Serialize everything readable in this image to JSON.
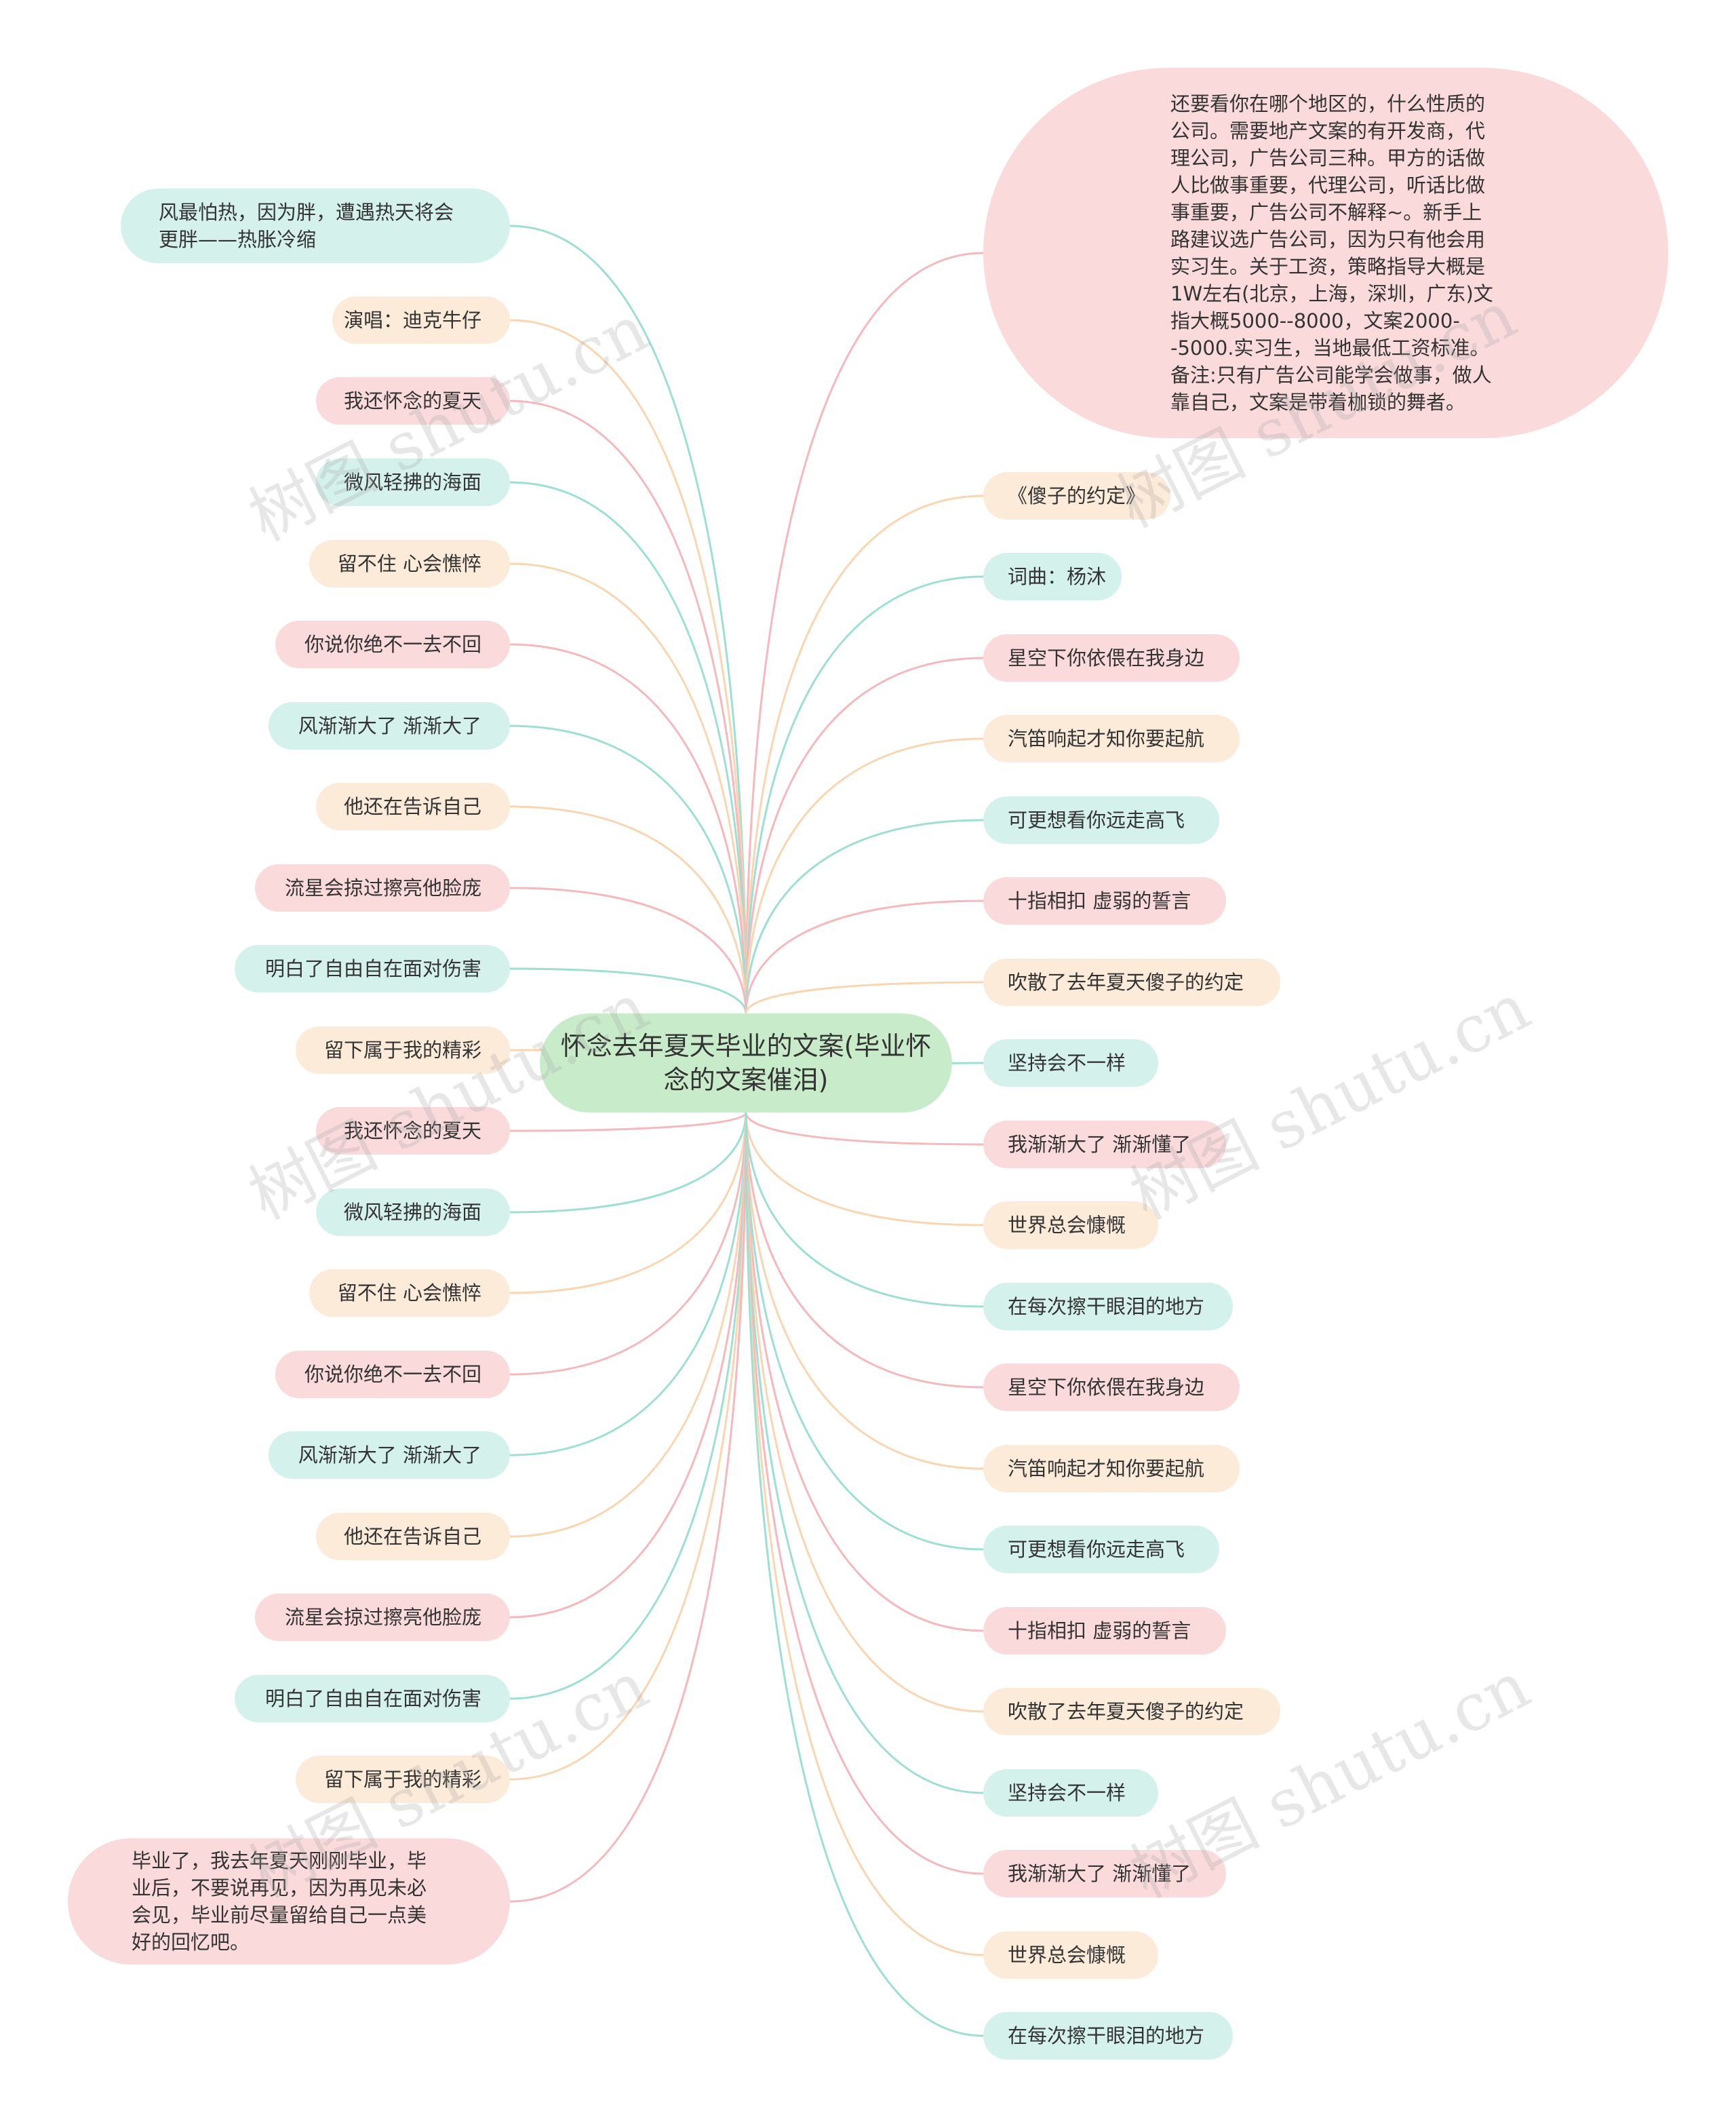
{
  "center": {
    "label": "怀念去年夏天毕业的文案(毕业怀念的文案催泪)"
  },
  "colors": {
    "pink": "#fadadb",
    "mint": "#d4f1ec",
    "peach": "#fdebd9",
    "center": "#c8ecc9",
    "link_pink": "#f4b8bd",
    "link_mint": "#9edfd3",
    "link_peach": "#f9d6b1"
  },
  "left_nodes": [
    {
      "text": "风最怕热，因为胖，遭遇热天将会更胖——热胀冷缩",
      "color": "mint"
    },
    {
      "text": "演唱：迪克牛仔",
      "color": "peach"
    },
    {
      "text": "我还怀念的夏天",
      "color": "pink"
    },
    {
      "text": "微风轻拂的海面",
      "color": "mint"
    },
    {
      "text": "留不住  心会憔悴",
      "color": "peach"
    },
    {
      "text": "你说你绝不一去不回",
      "color": "pink"
    },
    {
      "text": "风渐渐大了  渐渐大了",
      "color": "mint"
    },
    {
      "text": "他还在告诉自己",
      "color": "peach"
    },
    {
      "text": "流星会掠过擦亮他脸庞",
      "color": "pink"
    },
    {
      "text": "明白了自由自在面对伤害",
      "color": "mint"
    },
    {
      "text": "留下属于我的精彩",
      "color": "peach"
    },
    {
      "text": "我还怀念的夏天",
      "color": "pink"
    },
    {
      "text": "微风轻拂的海面",
      "color": "mint"
    },
    {
      "text": "留不住  心会憔悴",
      "color": "peach"
    },
    {
      "text": "你说你绝不一去不回",
      "color": "pink"
    },
    {
      "text": "风渐渐大了  渐渐大了",
      "color": "mint"
    },
    {
      "text": "他还在告诉自己",
      "color": "peach"
    },
    {
      "text": "流星会掠过擦亮他脸庞",
      "color": "pink"
    },
    {
      "text": "明白了自由自在面对伤害",
      "color": "mint"
    },
    {
      "text": "留下属于我的精彩",
      "color": "peach"
    },
    {
      "text": "毕业了，我去年夏天刚刚毕业，毕业后，不要说再见，因为再见未必会见，毕业前尽量留给自己一点美好的回忆吧。",
      "color": "pink"
    }
  ],
  "right_nodes": [
    {
      "text": "还要看你在哪个地区的，什么性质的公司。需要地产文案的有开发商，代理公司，广告公司三种。甲方的话做人比做事重要，代理公司，听话比做事重要，广告公司不解释~。新手上路建议选广告公司，因为只有他会用实习生。关于工资，策略指导大概是1W左右(北京，上海，深圳，广东)文指大概5000--8000，文案2000--5000.实习生，当地最低工资标准。备注:只有广告公司能学会做事，做人靠自己，文案是带着枷锁的舞者。",
      "color": "pink"
    },
    {
      "text": "《傻子的约定》",
      "color": "peach"
    },
    {
      "text": "词曲：杨沐",
      "color": "mint"
    },
    {
      "text": "星空下你依偎在我身边",
      "color": "pink"
    },
    {
      "text": "汽笛响起才知你要起航",
      "color": "peach"
    },
    {
      "text": "可更想看你远走高飞",
      "color": "mint"
    },
    {
      "text": "十指相扣  虚弱的誓言",
      "color": "pink"
    },
    {
      "text": "吹散了去年夏天傻子的约定",
      "color": "peach"
    },
    {
      "text": "坚持会不一样",
      "color": "mint"
    },
    {
      "text": "我渐渐大了  渐渐懂了",
      "color": "pink"
    },
    {
      "text": "世界总会慷慨",
      "color": "peach"
    },
    {
      "text": "在每次擦干眼泪的地方",
      "color": "mint"
    },
    {
      "text": "星空下你依偎在我身边",
      "color": "pink"
    },
    {
      "text": "汽笛响起才知你要起航",
      "color": "peach"
    },
    {
      "text": "可更想看你远走高飞",
      "color": "mint"
    },
    {
      "text": "十指相扣  虚弱的誓言",
      "color": "pink"
    },
    {
      "text": "吹散了去年夏天傻子的约定",
      "color": "peach"
    },
    {
      "text": "坚持会不一样",
      "color": "mint"
    },
    {
      "text": "我渐渐大了  渐渐懂了",
      "color": "pink"
    },
    {
      "text": "世界总会慷慨",
      "color": "peach"
    },
    {
      "text": "在每次擦干眼泪的地方",
      "color": "mint"
    }
  ],
  "watermark": {
    "text": "树图 shutu.cn"
  }
}
